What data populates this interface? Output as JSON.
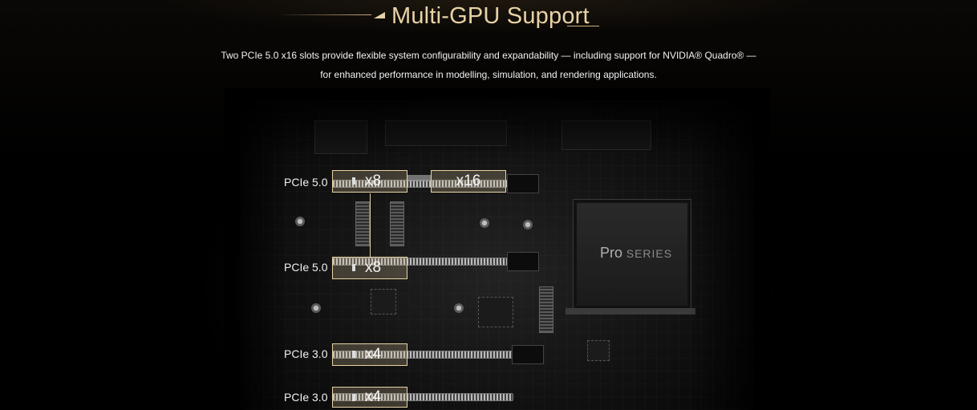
{
  "page": {
    "title": "Multi-GPU Support",
    "description_line1": "Two PCIe 5.0 x16 slots provide flexible system configurability and expandability — including support for NVIDIA® Quadro® —",
    "description_line2": "for enhanced performance in modelling, simulation, and rendering applications."
  },
  "board": {
    "chip_brand": "Pro",
    "chip_series": "SERIES"
  },
  "slots": [
    {
      "label": "PCIe 5.0",
      "lanes": [
        "x8",
        "x16"
      ]
    },
    {
      "label": "PCIe 5.0",
      "lanes": [
        "x8"
      ]
    },
    {
      "label": "PCIe 3.0",
      "lanes": [
        "x4"
      ]
    },
    {
      "label": "PCIe 3.0",
      "lanes": [
        "x4"
      ]
    }
  ],
  "colors": {
    "accent_gold": "#e8d2a6",
    "background": "#000000"
  }
}
